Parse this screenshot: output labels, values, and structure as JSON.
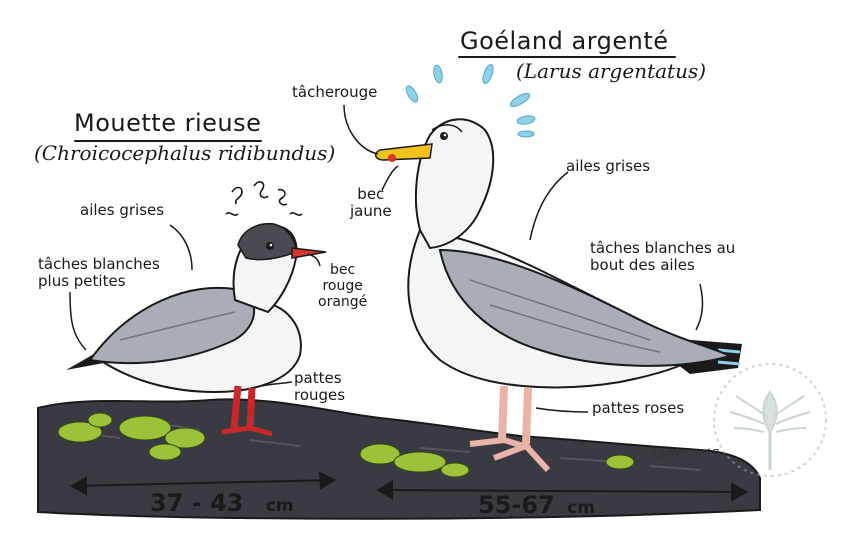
{
  "gull_left": {
    "title": "Mouette rieuse",
    "latin": "(Chroicocephalus ridibundus)",
    "labels": {
      "wings": "ailes grises",
      "spots": "tâches blanches\nplus petites",
      "beak": "bec\nrouge\norangé",
      "legs": "pattes\nrouges"
    },
    "size": "37 - 43",
    "unit": "cm"
  },
  "gull_right": {
    "title": "Goéland argenté",
    "latin": "(Larus argentatus)",
    "labels": {
      "spot": "tâcherouge",
      "beak": "bec\njaune",
      "wings": "ailes grises",
      "spots": "tâches blanches au\nbout des ailes",
      "legs": "pattes roses"
    },
    "size": "55-67",
    "unit": "cm"
  },
  "signature": "Agath! 2017",
  "colors": {
    "ink": "#1a1a1a",
    "rock": "#3a3a42",
    "seaweed": "#9cc23a",
    "wing_grey": "#a9aeb6",
    "beak_yellow": "#f2c21c",
    "beak_red": "#d8352c",
    "leg_pink": "#e9b3a8",
    "leg_red": "#c8282a",
    "head_dark": "#4a4b52",
    "watermark": "#b9c7c4"
  },
  "icons": {
    "watermark": "stylized-bird-logo",
    "drops": "sweat-drops",
    "squiggles": "confused-squiggles"
  }
}
